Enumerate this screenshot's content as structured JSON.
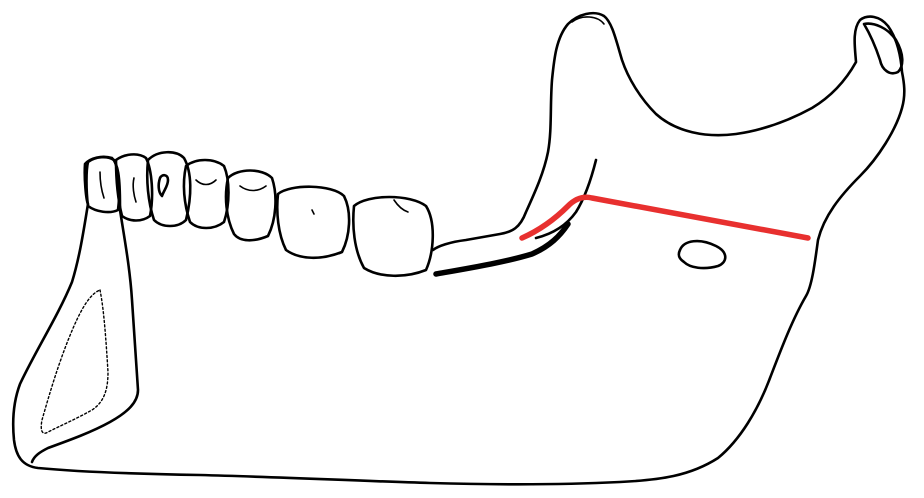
{
  "colors": {
    "outline": "#000000",
    "osteotomy_line": "#e8302f",
    "background": "#ffffff"
  },
  "figure": {
    "subject": "mandible",
    "markings": [
      {
        "name": "osteotomy-line",
        "color": "#e8302f"
      },
      {
        "name": "cortical-cut",
        "color": "#000000"
      }
    ]
  }
}
